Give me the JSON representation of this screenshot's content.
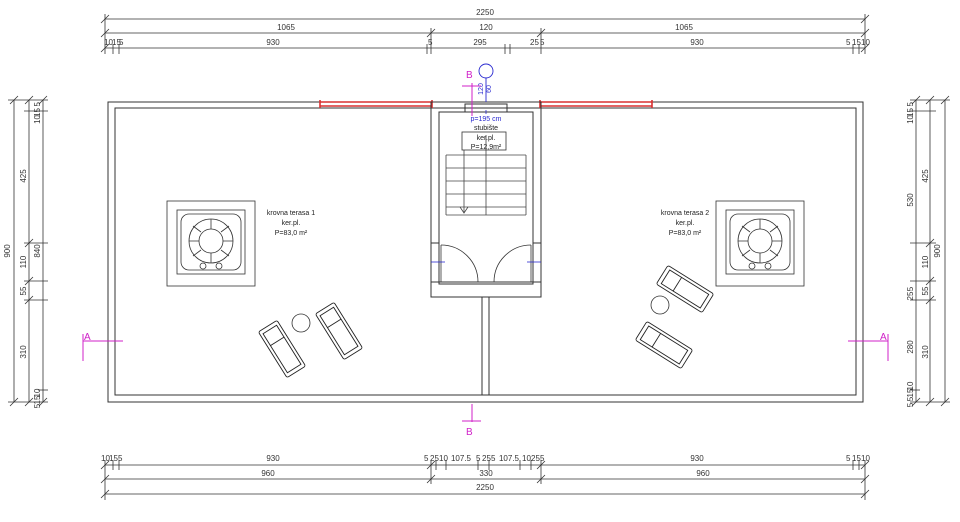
{
  "colors": {
    "lines": "#333333",
    "railing": "#d83030",
    "section_marker": "#d020c8",
    "axis_marker": "#2a2ad0"
  },
  "dimensions": {
    "top": {
      "overall": "2250",
      "row2": [
        "1065",
        "120",
        "1065"
      ],
      "row3": [
        "10",
        "15",
        "5",
        "930",
        "5",
        "295",
        "25",
        "5",
        "930",
        "5",
        "15",
        "10"
      ]
    },
    "bottom": {
      "row1": [
        "10",
        "15",
        "5",
        "930",
        "5",
        "25",
        "10",
        "107.5",
        "5",
        "25",
        "5",
        "107.5",
        "10",
        "25",
        "5",
        "930",
        "5",
        "15",
        "10"
      ],
      "row2": [
        "960",
        "330",
        "960"
      ],
      "overall": "2250"
    },
    "left": {
      "overall": "900",
      "outer": [
        "5",
        "15",
        "10",
        "425",
        "840",
        "110",
        "55",
        "310",
        "10",
        "15",
        "5"
      ]
    },
    "right": {
      "overall": "900",
      "outer": [
        "5",
        "15",
        "10",
        "425",
        "530",
        "110",
        "5",
        "25",
        "55",
        "280",
        "310",
        "10",
        "15",
        "5",
        "5"
      ]
    }
  },
  "rooms": {
    "terrace1": {
      "name": "krovna terasa 1",
      "floor": "ker.pl.",
      "area": "P=83,0 m²"
    },
    "terrace2": {
      "name": "krovna terasa 2",
      "floor": "ker.pl.",
      "area": "P=83,0 m²"
    },
    "stair": {
      "height": "p=195 cm",
      "name": "stubište",
      "floor": "ker.pl.",
      "area": "P=12,9m²"
    }
  },
  "markers": {
    "section_a": "A",
    "section_b": "B",
    "axis_dims": [
      "120",
      "60"
    ]
  }
}
